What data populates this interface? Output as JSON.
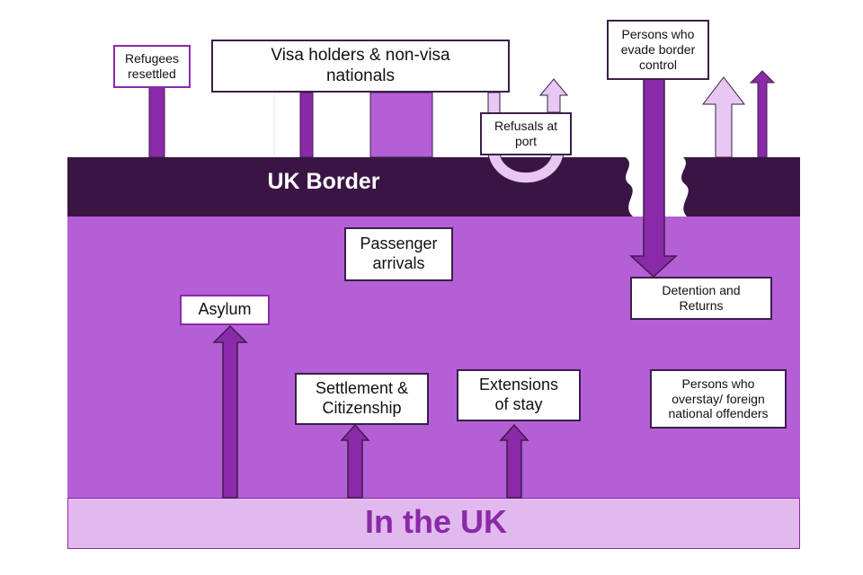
{
  "diagram": {
    "colors": {
      "border_band": "#3a1544",
      "uk_interior": "#b45fd6",
      "in_uk_band": "#e2b9ee",
      "arrow_dark": "#8a2aa8",
      "arrow_light": "#e8c8f2",
      "in_uk_text": "#8a2aa8"
    },
    "regions": {
      "uk_border": "UK Border",
      "in_the_uk": "In the UK"
    },
    "labels": {
      "refugees_resettled": "Refugees resettled",
      "visa_holders": "Visa holders & non-visa nationals",
      "refusals_at_port": "Refusals at port",
      "evade_border_control": "Persons who evade border control",
      "passenger_arrivals": "Passenger arrivals",
      "detention_returns": "Detention and Returns",
      "asylum": "Asylum",
      "settlement_citizenship": "Settlement & Citizenship",
      "extensions_of_stay": "Extensions of stay",
      "overstay_offenders": "Persons who overstay/ foreign national offenders"
    }
  }
}
